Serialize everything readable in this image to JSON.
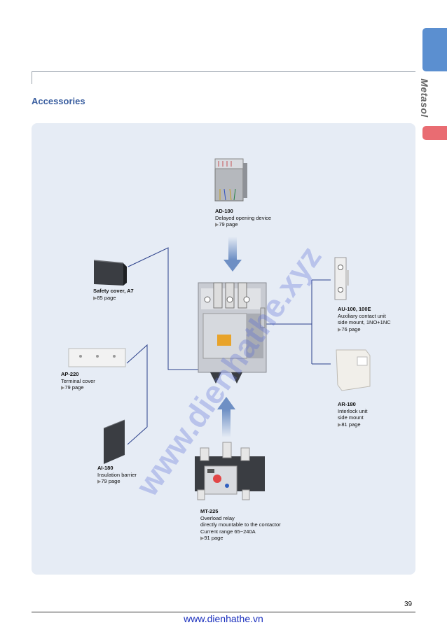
{
  "sidebar": {
    "brand": "Metasol"
  },
  "section_title": "Accessories",
  "items": {
    "ad100": {
      "name": "AD-100",
      "desc": [
        "Delayed opening device"
      ],
      "page": "79 page"
    },
    "a7": {
      "name": "Safety cover, A7",
      "desc": [],
      "page": "85 page"
    },
    "ap220": {
      "name": "AP-220",
      "desc": [
        "Terminal cover"
      ],
      "page": "79 page"
    },
    "ai180": {
      "name": "AI-180",
      "desc": [
        "Insulation barrier"
      ],
      "page": "79 page"
    },
    "mt225": {
      "name": "MT-225",
      "desc": [
        "Overload relay",
        "directly mountable to the contactor",
        "Current range 65~240A"
      ],
      "page": "91 page"
    },
    "au100": {
      "name": "AU-100, 100E",
      "desc": [
        "Auxiliary contact unit",
        "side mount, 1NO+1NC"
      ],
      "page": "76 page"
    },
    "ar180": {
      "name": "AR-180",
      "desc": [
        "Interlock unit",
        "side mount"
      ],
      "page": "81 page"
    }
  },
  "watermark": "www.dienhathe.xyz",
  "footer": {
    "page_number": "39",
    "url": "www.dienhathe.vn"
  },
  "colors": {
    "accent_blue": "#5b8fd0",
    "accent_red": "#e96c72",
    "title_blue": "#3b5fa0",
    "panel_bg": "#e6ecf5",
    "link_blue": "#1a2fbd"
  }
}
